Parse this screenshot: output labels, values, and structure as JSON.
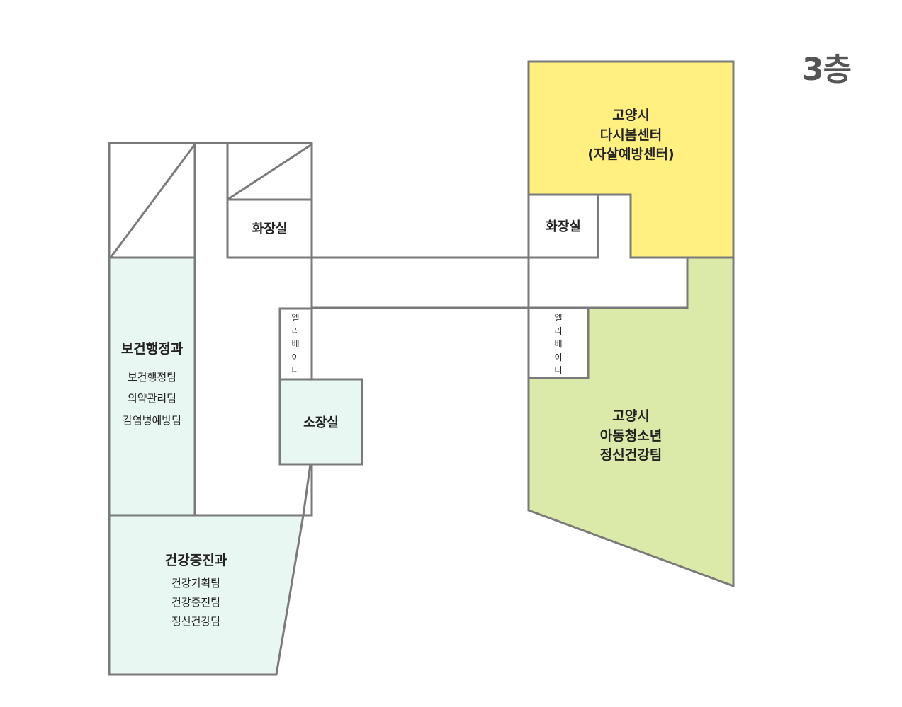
{
  "floor_label": "3층",
  "colors": {
    "health_dept": "#e9f7f3",
    "suicide_center": "#fff080",
    "youth_team": "#dbeaa8",
    "outline": "#7a7a7a"
  },
  "rooms": {
    "restroom_left": "화장실",
    "restroom_right": "화장실",
    "elevator_left": [
      "엘",
      "리",
      "베",
      "이",
      "터"
    ],
    "elevator_right": [
      "엘",
      "리",
      "베",
      "이",
      "터"
    ],
    "director_office": "소장실",
    "health_admin": {
      "title": "보건행정과",
      "teams": [
        "보건행정팀",
        "의약관리팀",
        "감염병예방팀"
      ]
    },
    "health_promotion": {
      "title": "건강증진과",
      "teams": [
        "건강기획팀",
        "건강증진팀",
        "정신건강팀"
      ]
    },
    "suicide_center": [
      "고양시",
      "다시봄센터",
      "(자살예방센터)"
    ],
    "youth_mental": [
      "고양시",
      "아동청소년",
      "정신건강팀"
    ]
  }
}
